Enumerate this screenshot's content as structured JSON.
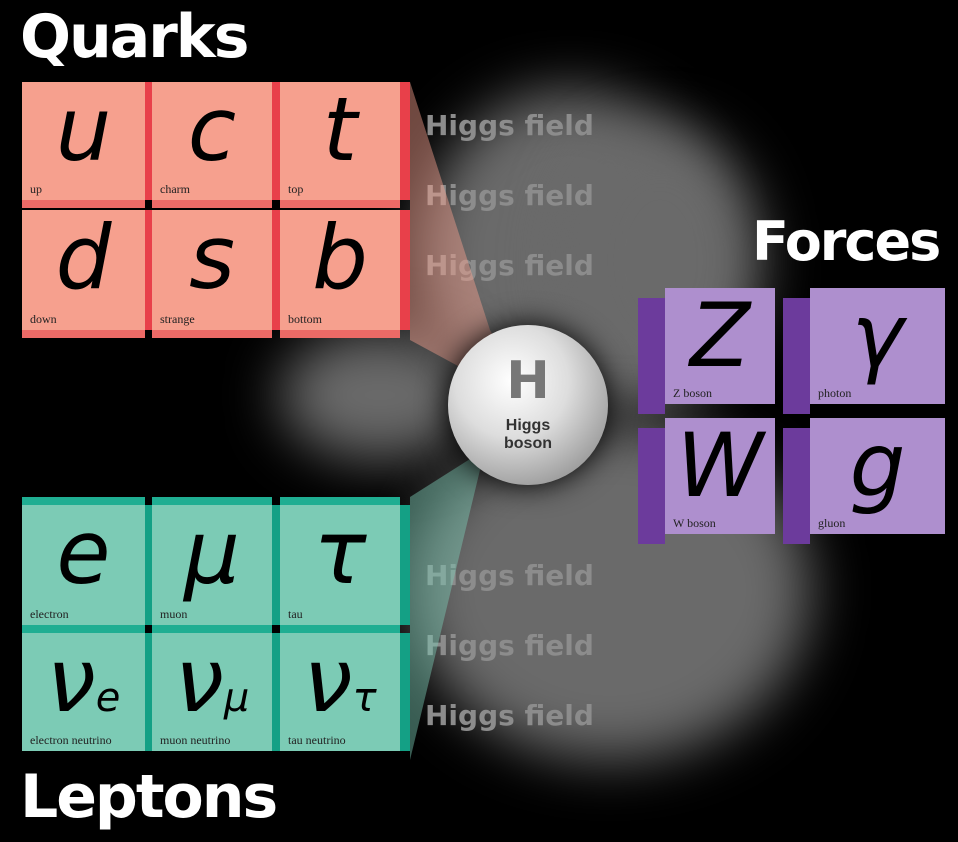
{
  "background": {
    "field_text": "Higgs field"
  },
  "quarks": {
    "title": "Quarks",
    "particles": [
      {
        "symbol": "u",
        "name": "up"
      },
      {
        "symbol": "c",
        "name": "charm"
      },
      {
        "symbol": "t",
        "name": "top"
      },
      {
        "symbol": "d",
        "name": "down"
      },
      {
        "symbol": "s",
        "name": "strange"
      },
      {
        "symbol": "b",
        "name": "bottom"
      }
    ]
  },
  "leptons": {
    "title": "Leptons",
    "particles": [
      {
        "symbol": "e",
        "name": "electron"
      },
      {
        "symbol": "μ",
        "name": "muon"
      },
      {
        "symbol": "τ",
        "name": "tau"
      },
      {
        "symbol": "ν",
        "sub": "e",
        "name": "electron neutrino"
      },
      {
        "symbol": "ν",
        "sub": "μ",
        "name": "muon neutrino"
      },
      {
        "symbol": "ν",
        "sub": "τ",
        "name": "tau neutrino"
      }
    ]
  },
  "forces": {
    "title": "Forces",
    "particles": [
      {
        "symbol": "Z",
        "name": "Z boson"
      },
      {
        "symbol": "γ",
        "name": "photon"
      },
      {
        "symbol": "W",
        "name": "W boson"
      },
      {
        "symbol": "g",
        "name": "gluon"
      }
    ]
  },
  "higgs": {
    "symbol": "H",
    "label_line1": "Higgs",
    "label_line2": "boson"
  },
  "colors": {
    "quark_face": "#f6a08e",
    "quark_side": "#e8404a",
    "lepton_face": "#7ccbb5",
    "lepton_side": "#1fae92",
    "force_face": "#ae8fce",
    "force_side": "#6c3b9c"
  }
}
